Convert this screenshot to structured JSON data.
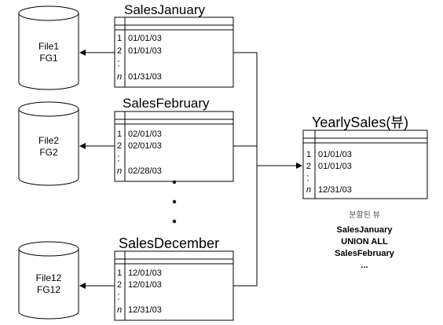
{
  "files": [
    {
      "line1": "File1",
      "line2": "FG1"
    },
    {
      "line1": "File2",
      "line2": "FG2"
    },
    {
      "line1": "File12",
      "line2": "FG12"
    }
  ],
  "tables": [
    {
      "title": "SalesJanuary",
      "rows": [
        {
          "num": "1",
          "value": "01/01/03"
        },
        {
          "num": "2",
          "value": "01/01/03"
        },
        {
          "num": "n",
          "value": "01/31/03"
        }
      ]
    },
    {
      "title": "SalesFebruary",
      "rows": [
        {
          "num": "1",
          "value": "02/01/03"
        },
        {
          "num": "2",
          "value": "02/01/03"
        },
        {
          "num": "n",
          "value": "02/28/03"
        }
      ]
    },
    {
      "title": "SalesDecember",
      "rows": [
        {
          "num": "1",
          "value": "12/01/03"
        },
        {
          "num": "2",
          "value": "12/01/03"
        },
        {
          "num": "n",
          "value": "12/31/03"
        }
      ]
    }
  ],
  "view": {
    "title": "YearlySales(뷰)",
    "rows": [
      {
        "num": "1",
        "value": "01/01/03"
      },
      {
        "num": "2",
        "value": "01/01/03"
      },
      {
        "num": "n",
        "value": "12/31/03"
      }
    ]
  },
  "note": {
    "label": "분할된 뷰",
    "lines": [
      "SalesJanuary",
      "UNION ALL",
      "SalesFebruary",
      "..."
    ]
  }
}
